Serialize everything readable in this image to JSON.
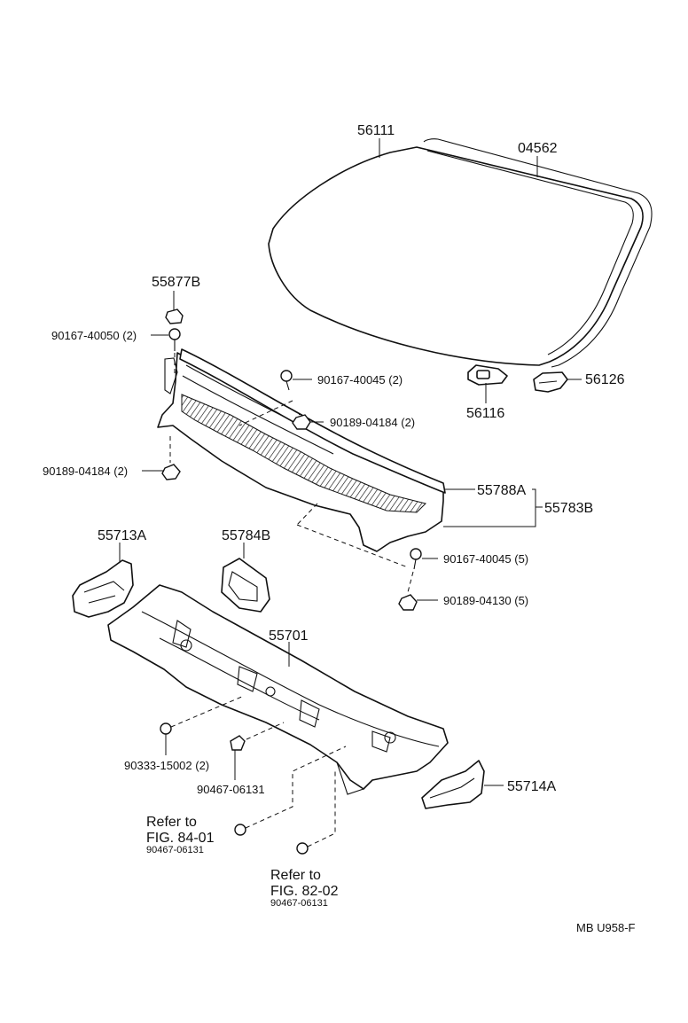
{
  "labels": {
    "windshield_glass": "56111",
    "windshield_moulding": "04562",
    "clip_55877b": "55877B",
    "screw_90167_40050": "90167-40050 (2)",
    "screw_90167_40045_a": "90167-40045 (2)",
    "nut_90189_04184_a": "90189-04184 (2)",
    "nut_90189_04184_b": "90189-04184 (2)",
    "bracket_56116": "56116",
    "bracket_56126": "56126",
    "seal_55788a": "55788A",
    "cowl_louver_55783b": "55783B",
    "panel_55713a": "55713A",
    "pad_55784b": "55784B",
    "screw_90167_40045_b": "90167-40045 (5)",
    "nut_90189_04130": "90189-04130 (5)",
    "cowl_panel_55701": "55701",
    "plug_90333_15002": "90333-15002 (2)",
    "clip_90467_06131": "90467-06131",
    "panel_55714a": "55714A",
    "ref_84_line1": "Refer to",
    "ref_84_line2": "FIG. 84-01",
    "ref_84_part": "90467-06131",
    "ref_82_line1": "Refer to",
    "ref_82_line2": "FIG. 82-02",
    "ref_82_part": "90467-06131",
    "footer_code": "MB  U958-F"
  }
}
